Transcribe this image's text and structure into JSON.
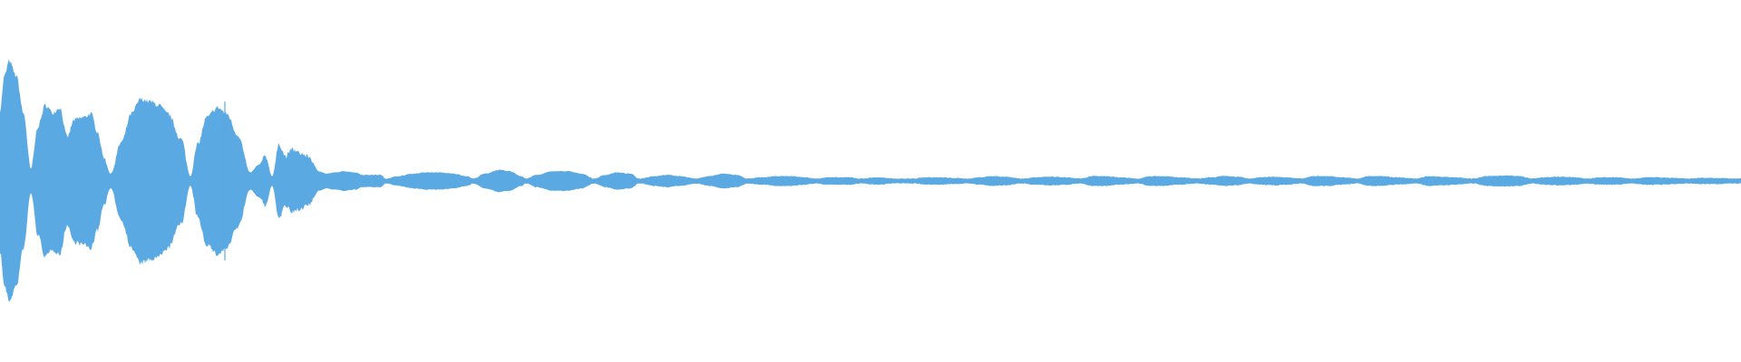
{
  "waveform": {
    "color": "#5aa9e2",
    "background": "#ffffff",
    "envelope": [
      [
        0,
        0.58
      ],
      [
        5,
        0.86
      ],
      [
        10,
        0.98
      ],
      [
        18,
        0.86
      ],
      [
        26,
        0.55
      ],
      [
        34,
        0.1
      ],
      [
        42,
        0.45
      ],
      [
        50,
        0.62
      ],
      [
        58,
        0.56
      ],
      [
        66,
        0.6
      ],
      [
        74,
        0.36
      ],
      [
        82,
        0.5
      ],
      [
        92,
        0.52
      ],
      [
        100,
        0.55
      ],
      [
        108,
        0.4
      ],
      [
        114,
        0.2
      ],
      [
        122,
        0.06
      ],
      [
        134,
        0.32
      ],
      [
        145,
        0.55
      ],
      [
        155,
        0.67
      ],
      [
        165,
        0.65
      ],
      [
        175,
        0.62
      ],
      [
        185,
        0.55
      ],
      [
        200,
        0.34
      ],
      [
        210,
        0.04
      ],
      [
        218,
        0.3
      ],
      [
        228,
        0.52
      ],
      [
        240,
        0.6
      ],
      [
        250,
        0.55
      ],
      [
        262,
        0.38
      ],
      [
        276,
        0.07
      ],
      [
        285,
        0.13
      ],
      [
        293,
        0.2
      ],
      [
        300,
        0.04
      ],
      [
        308,
        0.3
      ],
      [
        315,
        0.2
      ],
      [
        322,
        0.26
      ],
      [
        330,
        0.23
      ],
      [
        340,
        0.2
      ],
      [
        352,
        0.08
      ],
      [
        360,
        0.06
      ],
      [
        370,
        0.07
      ],
      [
        380,
        0.08
      ],
      [
        392,
        0.07
      ],
      [
        400,
        0.05
      ],
      [
        410,
        0.05
      ],
      [
        420,
        0.05
      ],
      [
        425,
        0.02
      ],
      [
        440,
        0.04
      ],
      [
        455,
        0.06
      ],
      [
        470,
        0.07
      ],
      [
        485,
        0.07
      ],
      [
        500,
        0.06
      ],
      [
        515,
        0.04
      ],
      [
        522,
        0.02
      ],
      [
        535,
        0.06
      ],
      [
        550,
        0.09
      ],
      [
        562,
        0.08
      ],
      [
        575,
        0.04
      ],
      [
        580,
        0.02
      ],
      [
        592,
        0.05
      ],
      [
        610,
        0.08
      ],
      [
        625,
        0.08
      ],
      [
        642,
        0.06
      ],
      [
        655,
        0.02
      ],
      [
        668,
        0.05
      ],
      [
        680,
        0.07
      ],
      [
        695,
        0.06
      ],
      [
        705,
        0.02
      ],
      [
        722,
        0.04
      ],
      [
        735,
        0.05
      ],
      [
        750,
        0.04
      ],
      [
        768,
        0.02
      ],
      [
        782,
        0.04
      ],
      [
        798,
        0.06
      ],
      [
        812,
        0.05
      ],
      [
        825,
        0.02
      ],
      [
        840,
        0.03
      ],
      [
        858,
        0.04
      ],
      [
        872,
        0.04
      ],
      [
        888,
        0.03
      ],
      [
        900,
        0.02
      ],
      [
        912,
        0.03
      ],
      [
        925,
        0.03
      ],
      [
        938,
        0.03
      ],
      [
        948,
        0.02
      ],
      [
        968,
        0.03
      ],
      [
        985,
        0.02
      ],
      [
        995,
        0.02
      ],
      [
        1008,
        0.02
      ],
      [
        1020,
        0.03
      ],
      [
        1035,
        0.03
      ],
      [
        1050,
        0.025
      ],
      [
        1068,
        0.02
      ],
      [
        1080,
        0.03
      ],
      [
        1095,
        0.04
      ],
      [
        1108,
        0.035
      ],
      [
        1128,
        0.02
      ],
      [
        1140,
        0.03
      ],
      [
        1160,
        0.035
      ],
      [
        1175,
        0.03
      ],
      [
        1192,
        0.02
      ],
      [
        1205,
        0.04
      ],
      [
        1220,
        0.04
      ],
      [
        1235,
        0.03
      ],
      [
        1255,
        0.02
      ],
      [
        1268,
        0.04
      ],
      [
        1282,
        0.04
      ],
      [
        1300,
        0.03
      ],
      [
        1322,
        0.02
      ],
      [
        1335,
        0.03
      ],
      [
        1350,
        0.04
      ],
      [
        1365,
        0.035
      ],
      [
        1378,
        0.02
      ],
      [
        1390,
        0.03
      ],
      [
        1405,
        0.035
      ],
      [
        1420,
        0.03
      ],
      [
        1435,
        0.02
      ],
      [
        1448,
        0.04
      ],
      [
        1465,
        0.04
      ],
      [
        1480,
        0.03
      ],
      [
        1497,
        0.02
      ],
      [
        1510,
        0.04
      ],
      [
        1525,
        0.04
      ],
      [
        1540,
        0.03
      ],
      [
        1562,
        0.02
      ],
      [
        1575,
        0.04
      ],
      [
        1590,
        0.035
      ],
      [
        1605,
        0.03
      ],
      [
        1625,
        0.02
      ],
      [
        1640,
        0.04
      ],
      [
        1660,
        0.045
      ],
      [
        1675,
        0.04
      ],
      [
        1690,
        0.02
      ],
      [
        1702,
        0.03
      ],
      [
        1720,
        0.035
      ],
      [
        1738,
        0.03
      ],
      [
        1750,
        0.02
      ],
      [
        1765,
        0.03
      ],
      [
        1782,
        0.03
      ],
      [
        1800,
        0.02
      ],
      [
        1815,
        0.03
      ],
      [
        1830,
        0.03
      ],
      [
        1848,
        0.025
      ],
      [
        1862,
        0.02
      ],
      [
        1875,
        0.025
      ],
      [
        1895,
        0.025
      ],
      [
        1910,
        0.02
      ],
      [
        1920,
        0.02
      ]
    ],
    "spikes": [
      [
        248,
        0.65
      ],
      [
        252,
        0.45
      ],
      [
        254,
        0.38
      ]
    ]
  }
}
